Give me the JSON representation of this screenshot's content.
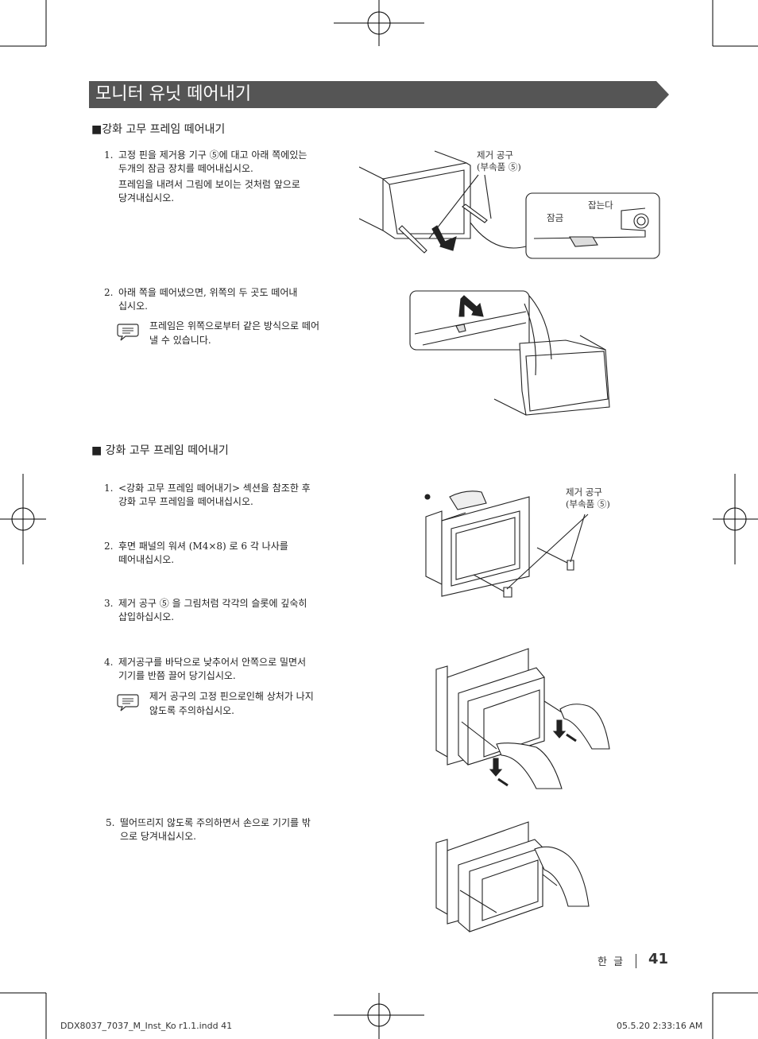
{
  "title": "모니터 유닛 떼어내기",
  "section1": {
    "heading": "■강화 고무 프레임 떼어내기",
    "step1": {
      "num": "1.",
      "text_a": "고정 핀을 제거용 기구 ⑤에 대고 아래 쪽에있는",
      "text_b": "두개의 잠금 장치를 떼어내십시오.",
      "text_c": "프레임을 내려서 그림에 보이는 것처럼 앞으로",
      "text_d": "당겨내십시오."
    },
    "fig1_label_tool": "제거 공구",
    "fig1_label_acc": "(부속품 ⑤)",
    "fig1_label_lock": "잠금",
    "fig1_label_hold": "잡는다",
    "step2": {
      "num": "2.",
      "text_a": "아래 쪽을 떼어냈으면, 위쪽의 두 곳도 떼어내",
      "text_b": "십시오."
    },
    "note1": {
      "a": "프레임은 위쪽으로부터 같은 방식으로 떼어",
      "b": "낼 수 있습니다."
    }
  },
  "section2": {
    "heading": "■ 강화 고무 프레임 떼어내기",
    "step1": {
      "num": "1.",
      "text_a": "<강화 고무 프레임 떼어내기> 섹션을 참조한 후",
      "text_b": "강화 고무 프레임을 떼어내십시오."
    },
    "step2": {
      "num": "2.",
      "text_a": "후면 패널의 워셔 (M4×8) 로 6 각 나사를",
      "text_b": "떼어내십시오."
    },
    "step3": {
      "num": "3.",
      "text_a": "제거 공구 ⑤ 을 그림처럼 각각의 슬롯에 깊숙히",
      "text_b": "삽입하십시오."
    },
    "step4": {
      "num": "4.",
      "text_a": "제거공구를 바닥으로 낮추어서 안쪽으로 밀면서",
      "text_b": "기기를 반쯤 끌어 당기십시오."
    },
    "note2": {
      "a": "제거 공구의 고정 핀으로인해 상처가 나지",
      "b": "않도록 주의하십시오."
    },
    "step5": {
      "num": "5.",
      "text_a": "떨어뜨리지 않도록 주의하면서 손으로 기기를 밖",
      "text_b": "으로 당겨내십시오."
    },
    "fig2_label_tool": "제거 공구",
    "fig2_label_acc": "(부속품 ⑤)"
  },
  "page": {
    "lang": "한 글",
    "number": "41"
  },
  "footer": {
    "file": "DDX8037_7037_M_Inst_Ko r1.1.indd   41",
    "date": "05.5.20   2:33:16 AM"
  }
}
